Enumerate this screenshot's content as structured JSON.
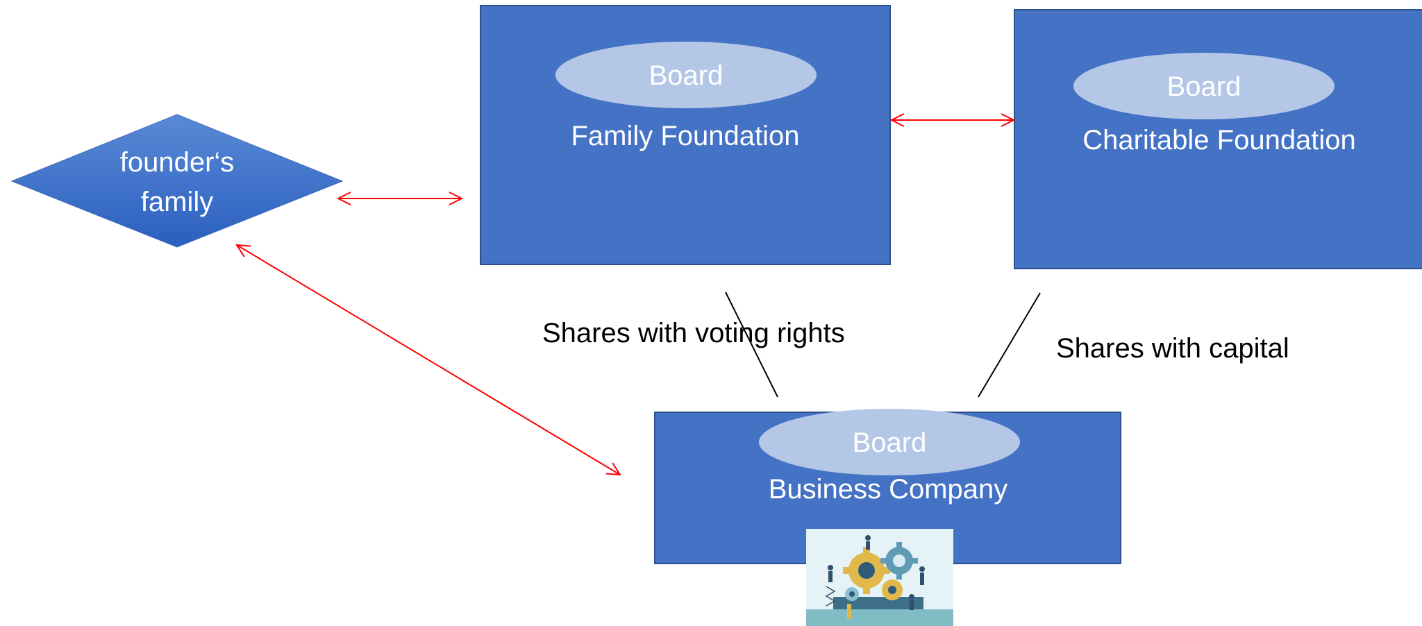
{
  "colors": {
    "box_fill": "#4472c4",
    "box_stroke": "#2f4f8a",
    "ellipse_fill": "#b4c7e7",
    "arrow": "#ff0000",
    "line": "#000000",
    "text_light": "#ffffff",
    "text_dark": "#000000"
  },
  "nodes": {
    "founders_family": {
      "line1": "founder‘s",
      "line2": "family"
    },
    "family_foundation": {
      "board": "Board",
      "label": "Family Foundation"
    },
    "charitable_foundation": {
      "board": "Board",
      "label": "Charitable Foundation"
    },
    "business_company": {
      "board": "Board",
      "label": "Business Company",
      "image_icon": "gears-teamwork-illustration"
    }
  },
  "edges": {
    "voting": {
      "label": "Shares with voting rights"
    },
    "capital": {
      "label": "Shares with capital"
    }
  }
}
